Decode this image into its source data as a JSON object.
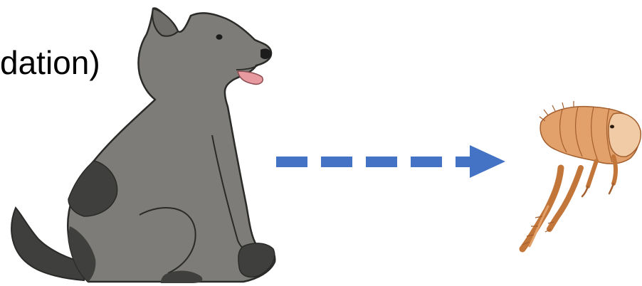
{
  "slide": {
    "text": "dation)"
  },
  "figure": {
    "source": "dog",
    "target": "flea",
    "connector": "dashed-arrow"
  },
  "colors": {
    "dog_body": "#7d7c78",
    "dog_patch": "#3f403d",
    "dog_outline": "#2a2a28",
    "dog_tongue": "#e79a9f",
    "arrow": "#4472c4",
    "flea_body": "#e2a06b",
    "flea_outline": "#a35f2e",
    "flea_light": "#f0cba5"
  }
}
